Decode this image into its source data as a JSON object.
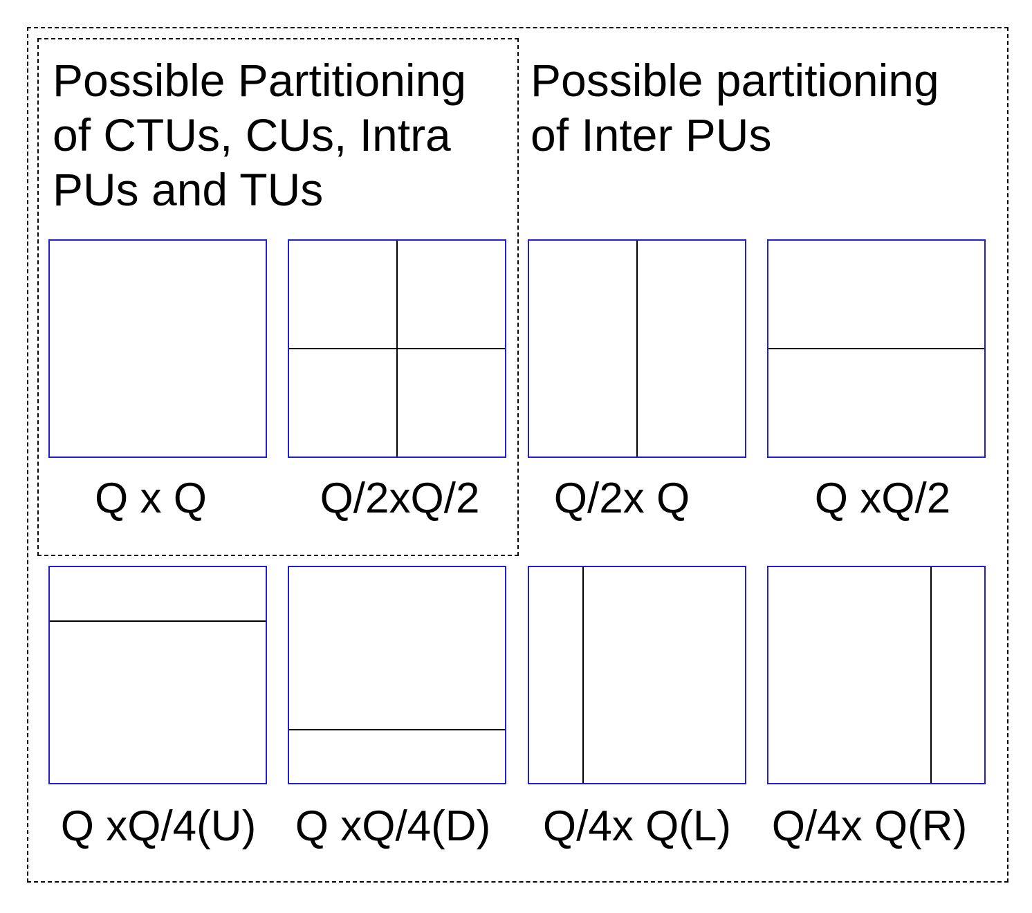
{
  "intra_group": {
    "heading_lines": [
      "Possible Partitioning",
      "of CTUs, CUs, Intra",
      "PUs and TUs"
    ]
  },
  "inter_group": {
    "heading_lines": [
      "Possible partitioning",
      "of Inter PUs"
    ]
  },
  "partitions": [
    {
      "label": "Q x Q"
    },
    {
      "label": "Q/2xQ/2"
    },
    {
      "label": "Q/2x Q"
    },
    {
      "label": "Q xQ/2"
    },
    {
      "label": "Q xQ/4(U)"
    },
    {
      "label": "Q xQ/4(D)"
    },
    {
      "label": "Q/4x Q(L)"
    },
    {
      "label": "Q/4x Q(R)"
    }
  ],
  "colors": {
    "block_border": "#1f1fd0",
    "split_line": "#000000",
    "frame": "#000000"
  }
}
